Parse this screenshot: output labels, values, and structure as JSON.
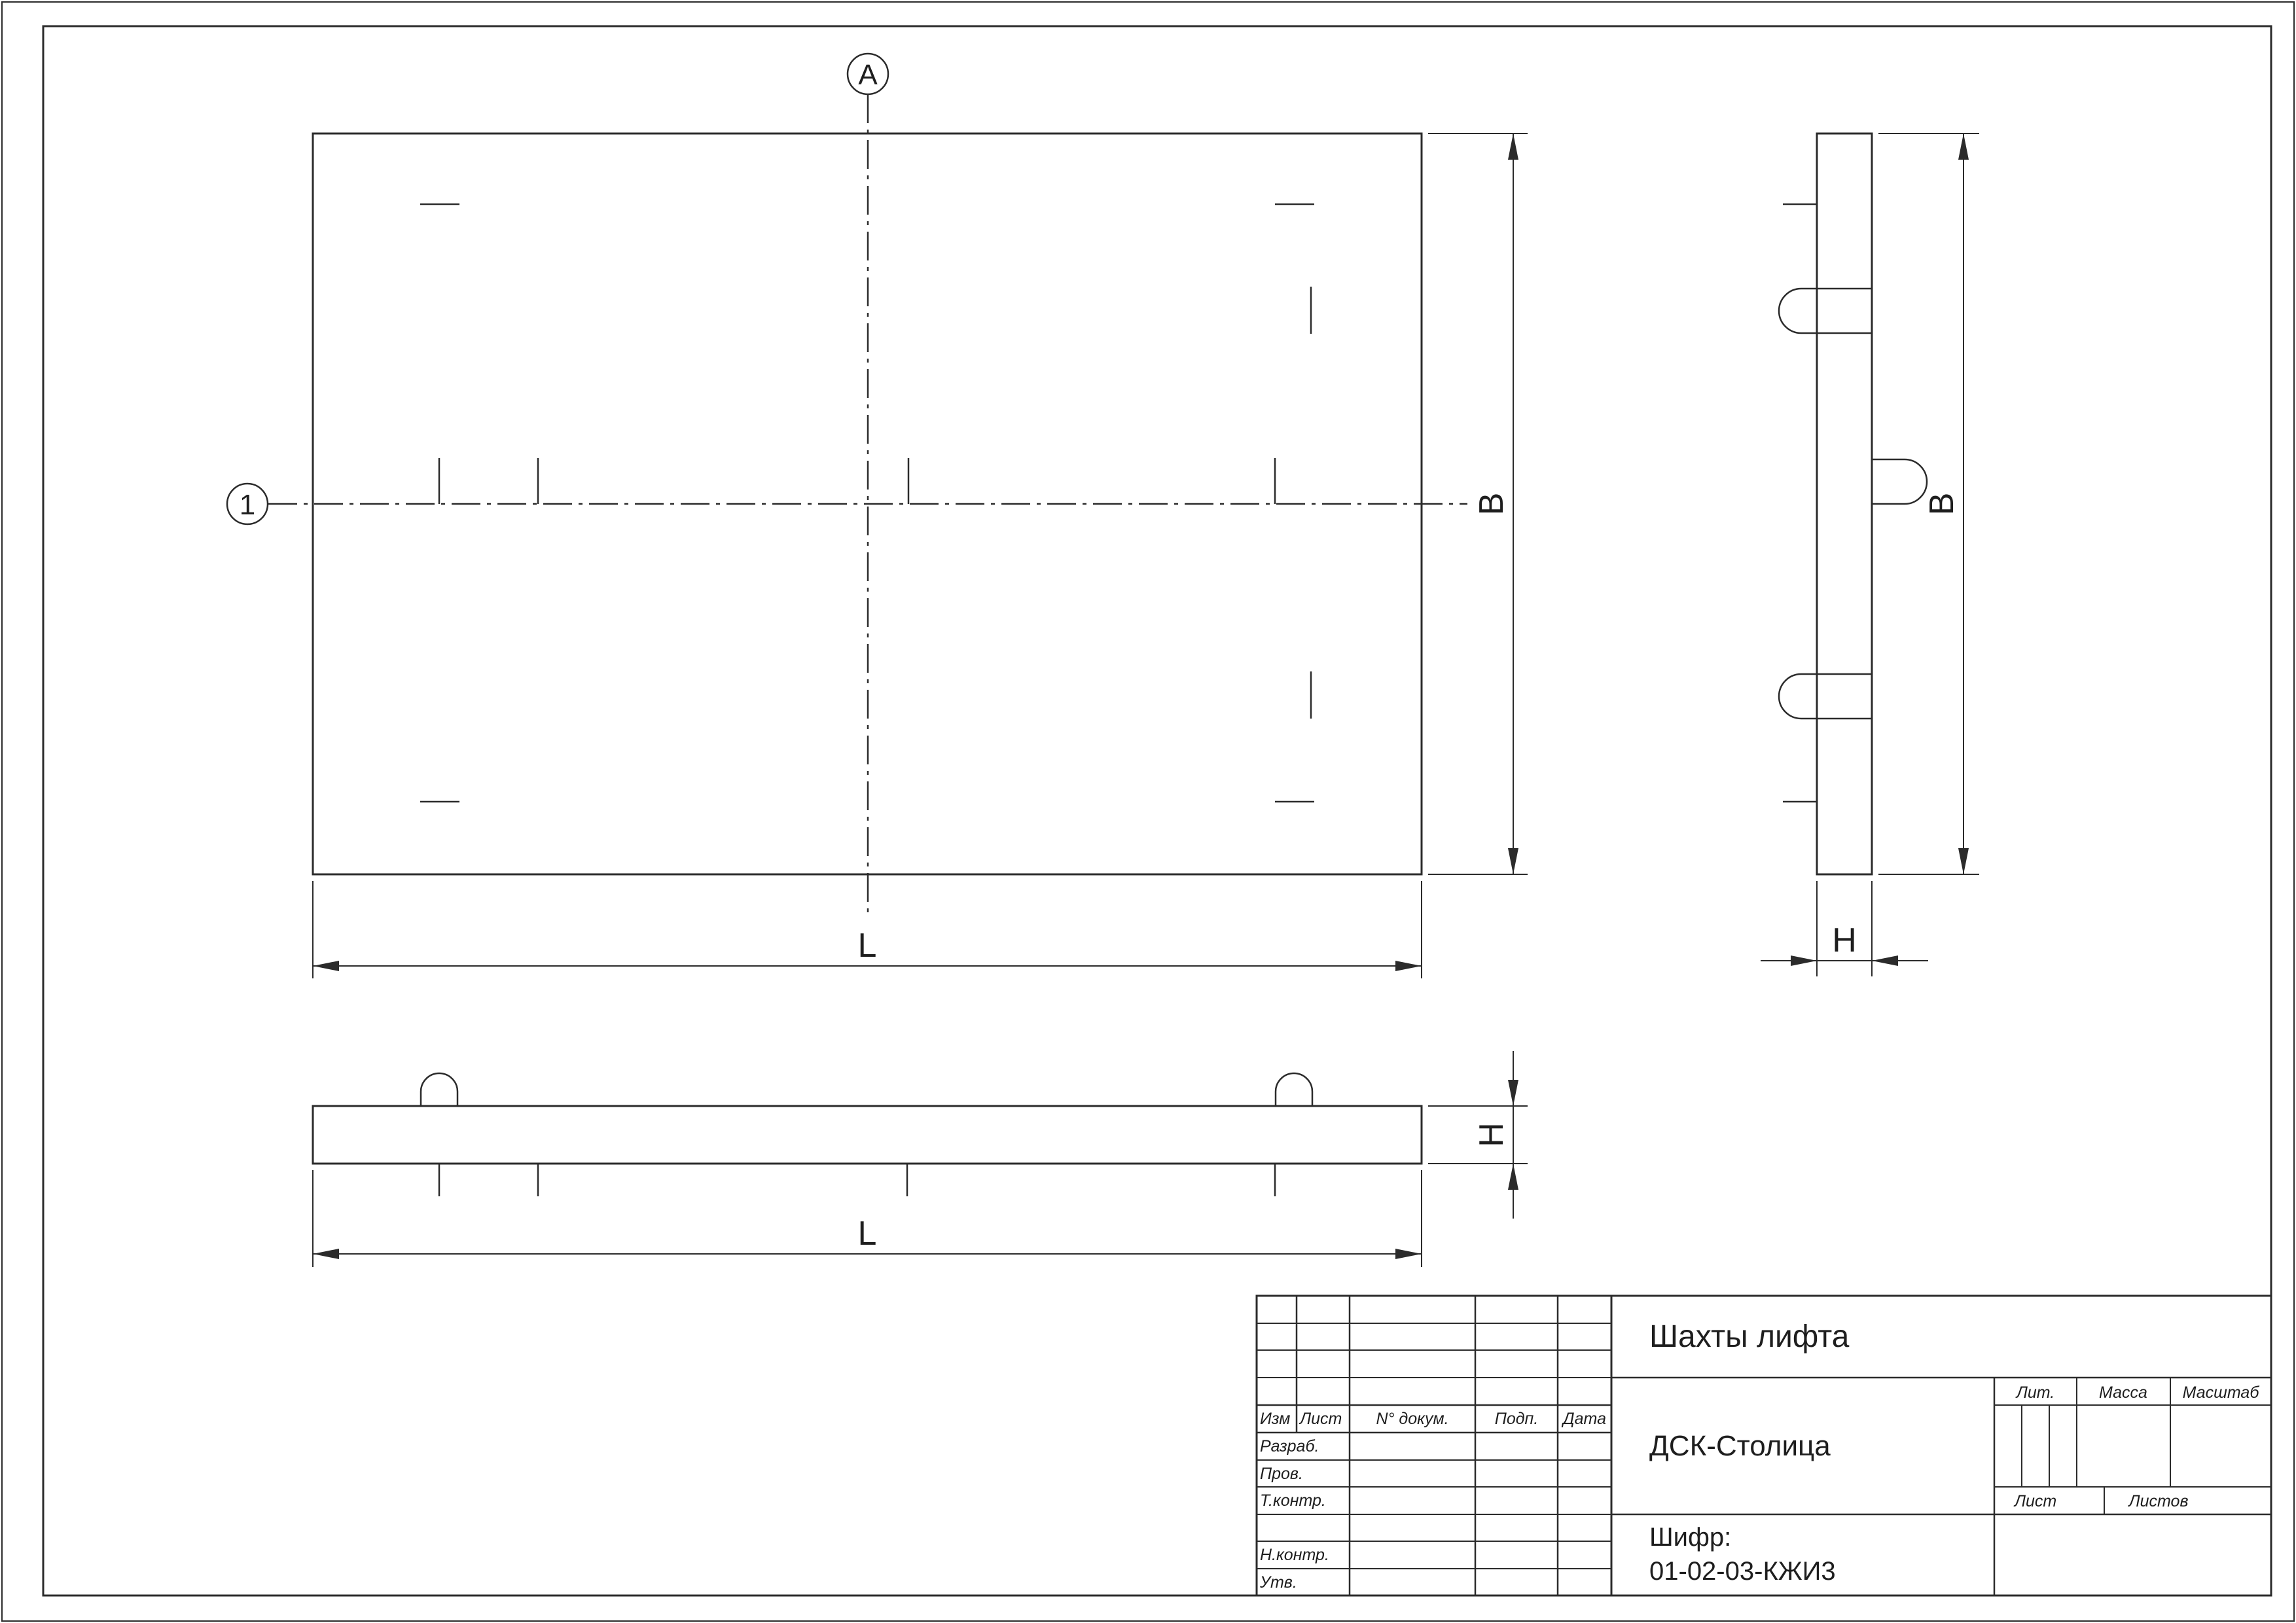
{
  "drawing": {
    "axis_a": "A",
    "axis_1": "1",
    "dim_length": "L",
    "dim_width": "B",
    "dim_height": "H"
  },
  "title_block": {
    "title": "Шахты лифта",
    "organization": "ДСК-Столица",
    "code_label": "Шифр:",
    "code": "01-02-03-КЖИ3",
    "headers": {
      "izm": "Изм",
      "list": "Лист",
      "doc": "N° докум.",
      "sign": "Подп.",
      "date": "Дата"
    },
    "roles": {
      "developer": "Разраб.",
      "checker": "Пров.",
      "tech_control": "Т.контр.",
      "norm_control": "Н.контр.",
      "approved": "Утв."
    },
    "stage_label": "Лит.",
    "mass_label": "Масса",
    "scale_label": "Масштаб",
    "sheet_label": "Лист",
    "sheets_label": "Листов"
  }
}
